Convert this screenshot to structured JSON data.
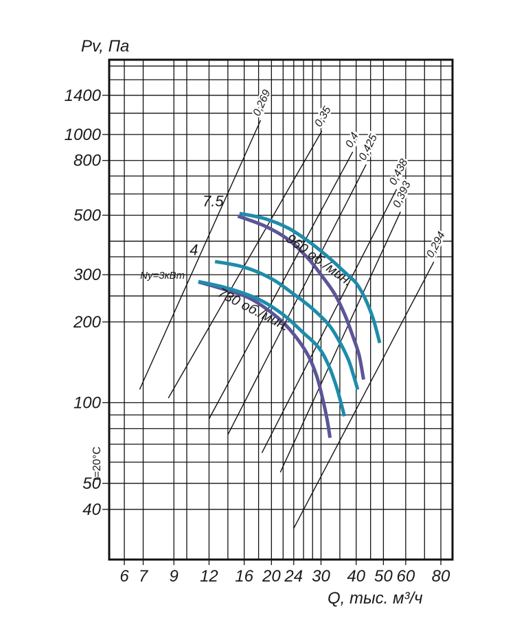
{
  "chart_data": {
    "type": "line",
    "title": "",
    "ylabel": "Pv, Па",
    "xlabel": "Q, тыс. м³/ч",
    "side_note": "t=20°C",
    "x_scale": "log",
    "y_scale": "log",
    "xlim": [
      5.3,
      88
    ],
    "ylim": [
      26,
      1900
    ],
    "grid": true,
    "x_ticks": [
      {
        "v": 6,
        "label": "6"
      },
      {
        "v": 7,
        "label": "7"
      },
      {
        "v": 9,
        "label": "9"
      },
      {
        "v": 12,
        "label": "12"
      },
      {
        "v": 16,
        "label": "16"
      },
      {
        "v": 20,
        "label": "20"
      },
      {
        "v": 24,
        "label": "24"
      },
      {
        "v": 30,
        "label": "30"
      },
      {
        "v": 40,
        "label": "40"
      },
      {
        "v": 50,
        "label": "50"
      },
      {
        "v": 60,
        "label": "60"
      },
      {
        "v": 80,
        "label": "80"
      }
    ],
    "x_grid_extra": [
      10,
      14,
      18,
      22,
      26,
      28,
      35,
      45,
      70
    ],
    "y_ticks": [
      {
        "v": 40,
        "label": "40"
      },
      {
        "v": 50,
        "label": "50"
      },
      {
        "v": 100,
        "label": "100"
      },
      {
        "v": 200,
        "label": "200"
      },
      {
        "v": 300,
        "label": "300"
      },
      {
        "v": 500,
        "label": "500"
      },
      {
        "v": 800,
        "label": "800"
      },
      {
        "v": 1000,
        "label": "1000"
      },
      {
        "v": 1400,
        "label": "1400"
      }
    ],
    "y_grid_extra": [
      60,
      70,
      80,
      90,
      250,
      350,
      400,
      600,
      700,
      1200,
      1600,
      1800
    ],
    "efficiency_lines": [
      {
        "label": "0,269",
        "from": [
          6.8,
          112
        ],
        "to": [
          18.3,
          1130
        ]
      },
      {
        "label": "0,35",
        "from": [
          8.6,
          104
        ],
        "to": [
          30.2,
          1030
        ]
      },
      {
        "label": "0,4",
        "from": [
          12.0,
          87
        ],
        "to": [
          38.9,
          862
        ]
      },
      {
        "label": "0,425",
        "from": [
          14.0,
          76
        ],
        "to": [
          43.4,
          773
        ]
      },
      {
        "label": "0,438",
        "from": [
          18.5,
          65
        ],
        "to": [
          55.7,
          625
        ]
      },
      {
        "label": "0,393",
        "from": [
          21.5,
          55
        ],
        "to": [
          57.5,
          515
        ]
      },
      {
        "label": "0,294",
        "from": [
          24.0,
          34
        ],
        "to": [
          75.5,
          335
        ]
      }
    ],
    "series": [
      {
        "label": "960 об./мин.",
        "color": "#5b5598",
        "points": [
          [
            15.2,
            496
          ],
          [
            19,
            455
          ],
          [
            23,
            405
          ],
          [
            27,
            345
          ],
          [
            30,
            300
          ],
          [
            33.5,
            255
          ],
          [
            36.5,
            212
          ],
          [
            39,
            176
          ],
          [
            41,
            150
          ],
          [
            42.5,
            122
          ]
        ]
      },
      {
        "label": "730 об./мин.",
        "color": "#5b5598",
        "points": [
          [
            11.0,
            282
          ],
          [
            14,
            262
          ],
          [
            17,
            243
          ],
          [
            21,
            208
          ],
          [
            24,
            180
          ],
          [
            27,
            150
          ],
          [
            29,
            125
          ],
          [
            30.5,
            102
          ],
          [
            31.5,
            87
          ],
          [
            32.3,
            74
          ]
        ]
      },
      {
        "label": "",
        "color": "#1e8cab",
        "points": [
          [
            15.4,
            508
          ],
          [
            19,
            485
          ],
          [
            23,
            447
          ],
          [
            27.5,
            395
          ],
          [
            32,
            347
          ],
          [
            36.5,
            306
          ],
          [
            40,
            279
          ],
          [
            43,
            245
          ],
          [
            46,
            205
          ],
          [
            48.5,
            167
          ]
        ]
      },
      {
        "label": "",
        "color": "#1e8cab",
        "points": [
          [
            12.6,
            336
          ],
          [
            16,
            320
          ],
          [
            20,
            290
          ],
          [
            24,
            254
          ],
          [
            28,
            224
          ],
          [
            32,
            195
          ],
          [
            35,
            168
          ],
          [
            37.5,
            145
          ],
          [
            39,
            128
          ],
          [
            40.5,
            112
          ]
        ]
      },
      {
        "label": "",
        "color": "#1e8cab",
        "points": [
          [
            11.0,
            283
          ],
          [
            14,
            267
          ],
          [
            18,
            243
          ],
          [
            22,
            213
          ],
          [
            26,
            182
          ],
          [
            29.5,
            160
          ],
          [
            32,
            137
          ],
          [
            34,
            115
          ],
          [
            35.5,
            98
          ],
          [
            36.3,
            89
          ]
        ]
      }
    ],
    "power_labels": [
      {
        "text": "7.5",
        "at": [
          12.4,
          540
        ]
      },
      {
        "text": "4",
        "at": [
          10.6,
          355
        ]
      },
      {
        "text": "Ny=3кВт",
        "at": [
          8.2,
          290
        ]
      }
    ]
  }
}
